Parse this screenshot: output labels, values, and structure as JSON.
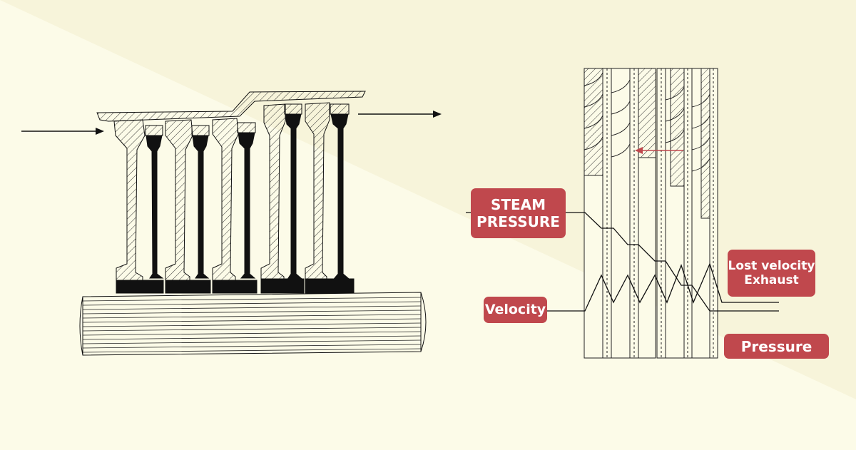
{
  "labels": {
    "steam_pressure": [
      "STEAM",
      "PRESSURE"
    ],
    "velocity": "Velocity",
    "lost_velocity": [
      "Lost velocity",
      "Exhaust"
    ],
    "pressure": "Pressure"
  },
  "colors": {
    "background": "#fcfbe8",
    "background_shade": "#f7f4da",
    "label_fill": "#c0484d",
    "label_text": "#ffffff",
    "ink": "#111111",
    "arrow_red": "#c0484d"
  }
}
